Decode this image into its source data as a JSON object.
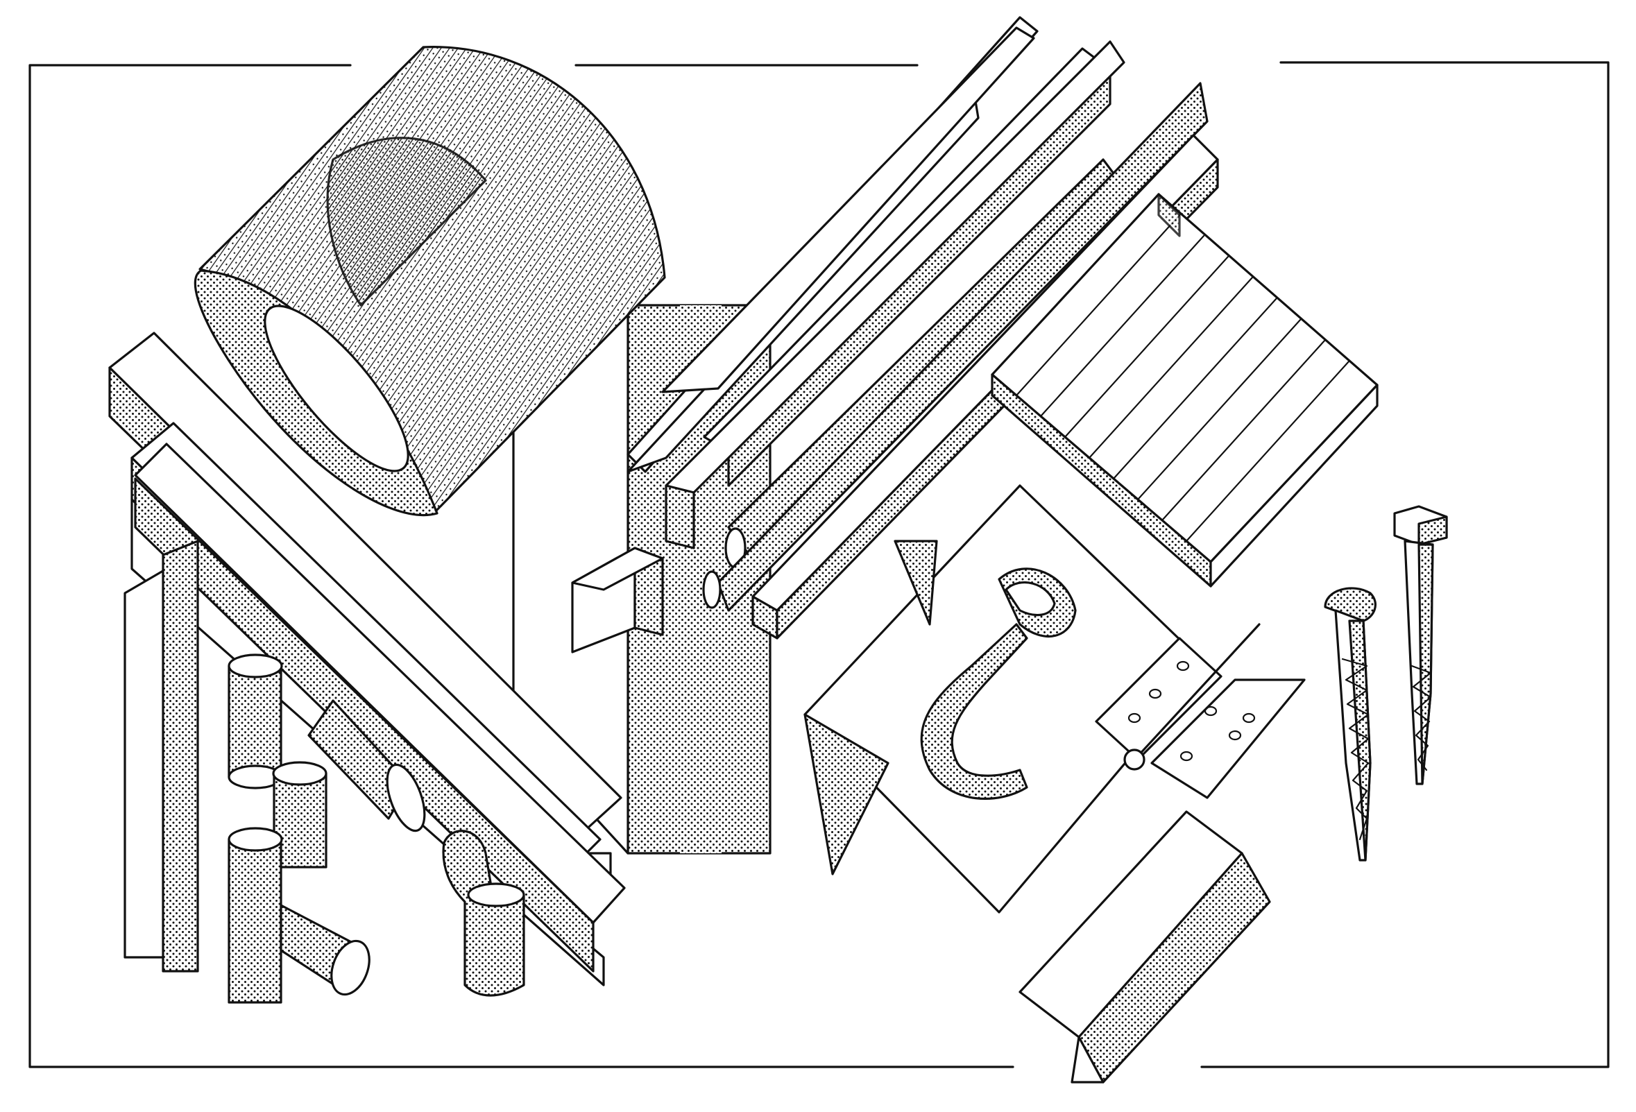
{
  "illustration": {
    "ink_color": "#111111",
    "paper_color": "#ffffff",
    "objects": [
      "cylindrical-tube",
      "i-beam",
      "channel-profile",
      "angle-profile",
      "round-bar-pieces",
      "pipe-t-joint",
      "bent-pipe-elbow",
      "flat-bar-stack",
      "square-bar",
      "round-rod",
      "grating-panel",
      "metal-sheet",
      "door-handle",
      "butt-hinge",
      "wood-screw",
      "hex-lag-bolt",
      "t-profile"
    ]
  }
}
